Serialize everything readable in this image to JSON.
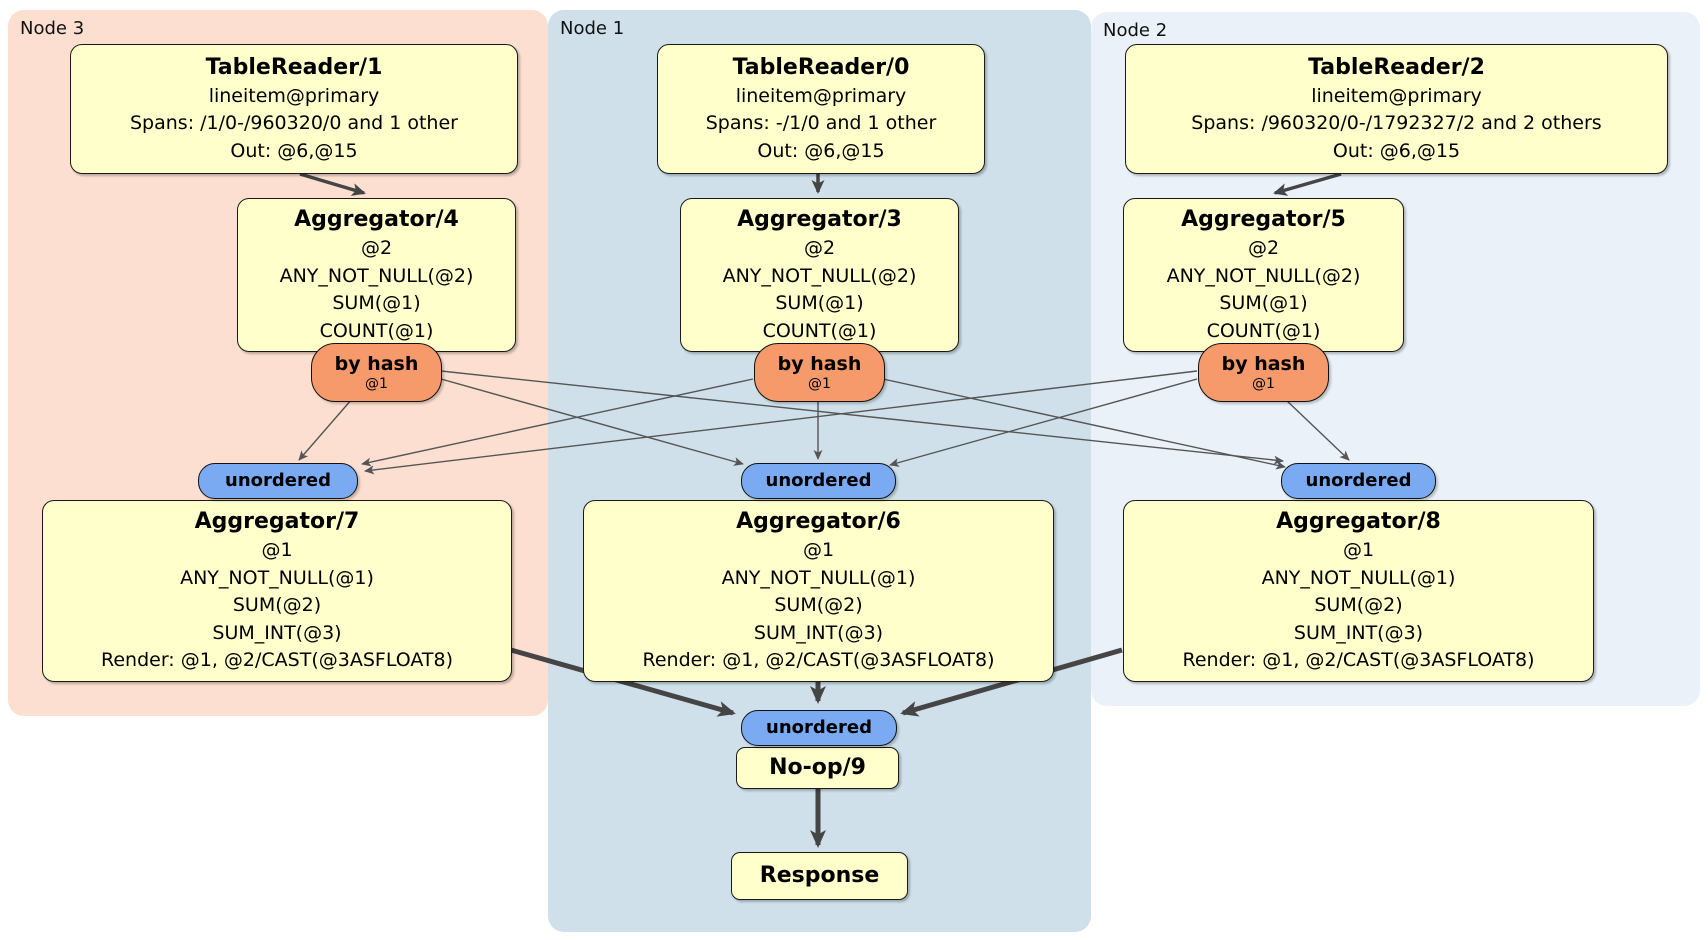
{
  "diagram": {
    "panels": [
      {
        "id": "node3",
        "label": "Node 3"
      },
      {
        "id": "node1",
        "label": "Node 1"
      },
      {
        "id": "node2",
        "label": "Node 2"
      }
    ],
    "processors": {
      "tablereader1": {
        "title": "TableReader/1",
        "details": [
          "lineitem@primary",
          "Spans: /1/0-/960320/0 and 1 other",
          "Out: @6,@15"
        ]
      },
      "tablereader0": {
        "title": "TableReader/0",
        "details": [
          "lineitem@primary",
          "Spans: -/1/0 and 1 other",
          "Out: @6,@15"
        ]
      },
      "tablereader2": {
        "title": "TableReader/2",
        "details": [
          "lineitem@primary",
          "Spans: /960320/0-/1792327/2 and 2 others",
          "Out: @6,@15"
        ]
      },
      "aggregator4": {
        "title": "Aggregator/4",
        "details": [
          "@2",
          "ANY_NOT_NULL(@2)",
          "SUM(@1)",
          "COUNT(@1)"
        ]
      },
      "aggregator3": {
        "title": "Aggregator/3",
        "details": [
          "@2",
          "ANY_NOT_NULL(@2)",
          "SUM(@1)",
          "COUNT(@1)"
        ]
      },
      "aggregator5": {
        "title": "Aggregator/5",
        "details": [
          "@2",
          "ANY_NOT_NULL(@2)",
          "SUM(@1)",
          "COUNT(@1)"
        ]
      },
      "aggregator7": {
        "title": "Aggregator/7",
        "details": [
          "@1",
          "ANY_NOT_NULL(@1)",
          "SUM(@2)",
          "SUM_INT(@3)",
          "Render: @1, @2/CAST(@3ASFLOAT8)"
        ]
      },
      "aggregator6": {
        "title": "Aggregator/6",
        "details": [
          "@1",
          "ANY_NOT_NULL(@1)",
          "SUM(@2)",
          "SUM_INT(@3)",
          "Render: @1, @2/CAST(@3ASFLOAT8)"
        ]
      },
      "aggregator8": {
        "title": "Aggregator/8",
        "details": [
          "@1",
          "ANY_NOT_NULL(@1)",
          "SUM(@2)",
          "SUM_INT(@3)",
          "Render: @1, @2/CAST(@3ASFLOAT8)"
        ]
      },
      "noop9": {
        "title": "No-op/9"
      },
      "response": {
        "title": "Response"
      }
    },
    "routers": {
      "by_hash_label": "by hash",
      "by_hash_detail": "@1",
      "sync_label": "unordered"
    },
    "colors": {
      "panel_node3": "#fcdfd0",
      "panel_node1": "#cfe0ea",
      "panel_node2": "#eaf1f9",
      "processor_fill": "#ffffcc",
      "hash_router_fill": "#f79a6b",
      "sync_fill": "#7aaaf2",
      "edge": "#555555",
      "edge_bold": "#454545"
    },
    "edges": [
      {
        "from": "tablereader1",
        "to": "aggregator4",
        "kind": "medium",
        "pts": [
          300,
          174,
          364,
          193
        ]
      },
      {
        "from": "tablereader0",
        "to": "aggregator3",
        "kind": "medium",
        "pts": [
          818,
          174,
          818,
          192
        ]
      },
      {
        "from": "tablereader2",
        "to": "aggregator5",
        "kind": "medium",
        "pts": [
          1341,
          174,
          1275,
          193
        ]
      },
      {
        "from": "byhash4",
        "to": "unordered7",
        "kind": "thin",
        "pts": [
          352,
          399,
          299,
          460
        ]
      },
      {
        "from": "byhash4",
        "to": "unordered6",
        "kind": "thin",
        "pts": [
          441,
          379,
          743,
          464
        ]
      },
      {
        "from": "byhash4",
        "to": "unordered8",
        "kind": "thin",
        "pts": [
          441,
          371,
          1283,
          461
        ]
      },
      {
        "from": "byhash3",
        "to": "unordered7",
        "kind": "thin",
        "pts": [
          753,
          379,
          362,
          464
        ]
      },
      {
        "from": "byhash3",
        "to": "unordered6",
        "kind": "thin",
        "pts": [
          818,
          401,
          818,
          459
        ]
      },
      {
        "from": "byhash3",
        "to": "unordered8",
        "kind": "thin",
        "pts": [
          883,
          379,
          1285,
          467
        ]
      },
      {
        "from": "byhash5",
        "to": "unordered7",
        "kind": "thin",
        "pts": [
          1197,
          371,
          365,
          471
        ]
      },
      {
        "from": "byhash5",
        "to": "unordered6",
        "kind": "thin",
        "pts": [
          1197,
          379,
          890,
          465
        ]
      },
      {
        "from": "byhash5",
        "to": "unordered8",
        "kind": "thin",
        "pts": [
          1285,
          399,
          1349,
          460
        ]
      },
      {
        "from": "aggregator7",
        "to": "unordered9",
        "kind": "thick",
        "pts": [
          511,
          650,
          733,
          713
        ]
      },
      {
        "from": "aggregator6",
        "to": "unordered9",
        "kind": "thick",
        "pts": [
          818,
          681,
          818,
          701
        ]
      },
      {
        "from": "aggregator8",
        "to": "unordered9",
        "kind": "thick",
        "pts": [
          1122,
          650,
          903,
          713
        ]
      },
      {
        "from": "noop9",
        "to": "response",
        "kind": "thick",
        "pts": [
          818,
          788,
          818,
          845
        ]
      }
    ]
  }
}
